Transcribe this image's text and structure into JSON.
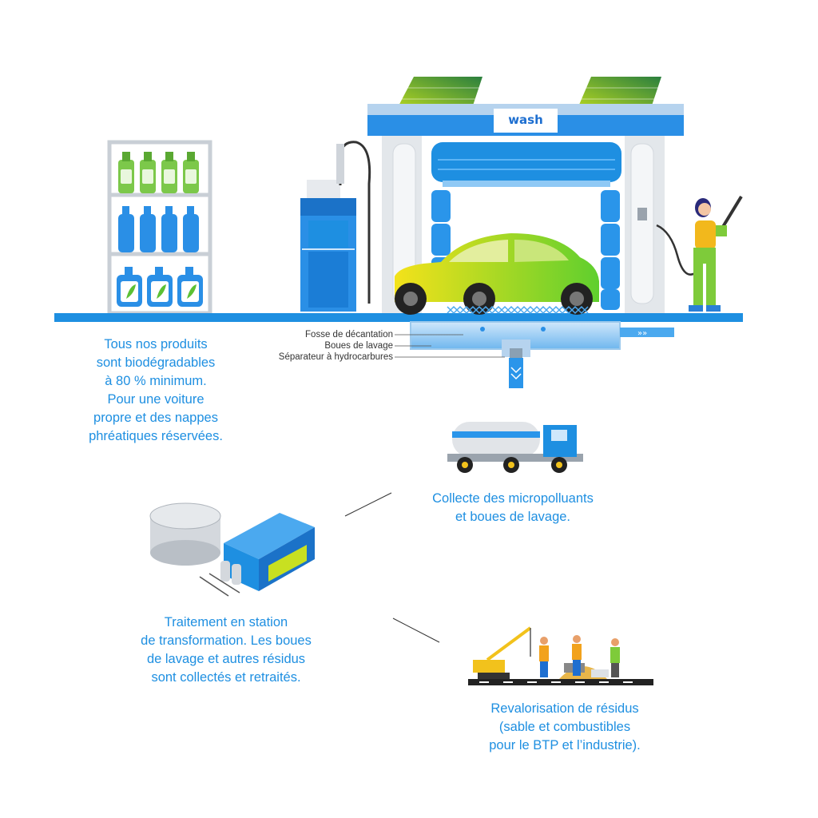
{
  "brand": {
    "logo_text": "wash",
    "accent": "#1e8fe1",
    "yellow_green": "#c8e021"
  },
  "pit": {
    "labels": [
      "Fosse de décantation",
      "Boues de lavage",
      "Séparateur à hydrocarbures"
    ]
  },
  "steps": [
    {
      "id": "products",
      "icon": "detergent-shelf-icon",
      "lines": [
        "Tous nos produits",
        "sont biodégradables",
        "à 80 % minimum.",
        "Pour une voiture",
        "propre et des nappes",
        "phréatiques réservées."
      ]
    },
    {
      "id": "collect",
      "icon": "tanker-truck-icon",
      "lines": [
        "Collecte des micropolluants",
        "et boues de lavage."
      ]
    },
    {
      "id": "treatment",
      "icon": "treatment-station-icon",
      "lines": [
        "Traitement en station",
        "de transformation. Les boues",
        "de lavage et autres résidus",
        "sont collectés et retraités."
      ]
    },
    {
      "id": "recovery",
      "icon": "construction-site-icon",
      "lines": [
        "Revalorisation de résidus",
        "(sable et combustibles",
        "pour le BTP et l’industrie)."
      ]
    }
  ]
}
